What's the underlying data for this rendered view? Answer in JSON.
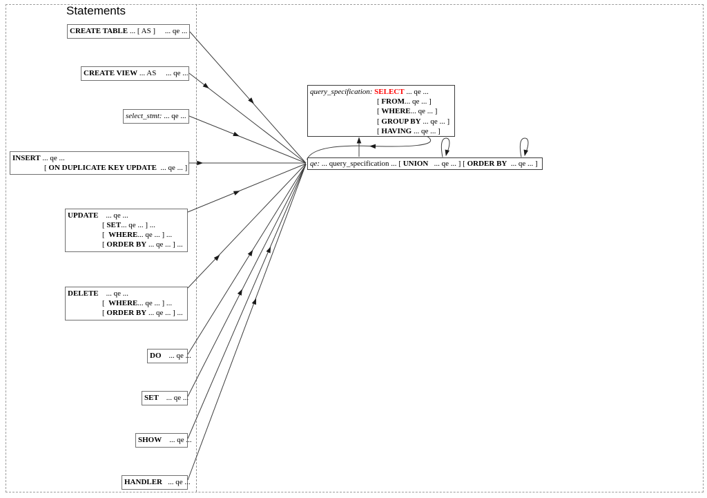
{
  "title": "Statements",
  "boxes": {
    "create_table": {
      "kw": "CREATE TABLE",
      "rest": " ... [ AS ]     ... qe ..."
    },
    "create_view": {
      "kw": "CREATE VIEW",
      "rest": " ... AS     ... qe ..."
    },
    "select_stmt": {
      "name": "select_stmt:",
      "rest": " ... qe ..."
    },
    "insert": {
      "kw": "INSERT",
      "rest": " ... qe ...",
      "line2_open": "[ ",
      "line2_kw": "ON DUPLICATE KEY UPDATE",
      "line2_rest": "  ... qe ... ]"
    },
    "update": {
      "kw": "UPDATE",
      "rest": "    ... qe ...",
      "set_open": "[ ",
      "set_kw": "SET",
      "set_rest": "... qe ... ] ...",
      "where_open": "[  ",
      "where_kw": "WHERE",
      "where_rest": "... qe ... ] ...",
      "order_open": "[ ",
      "order_kw": "ORDER BY",
      "order_rest": " ... qe ... ] ..."
    },
    "delete": {
      "kw": "DELETE",
      "rest": "    ... qe ...",
      "where_open": "[  ",
      "where_kw": "WHERE",
      "where_rest": "... qe ... ] ...",
      "order_open": "[ ",
      "order_kw": "ORDER BY",
      "order_rest": " ... qe ... ] ..."
    },
    "do_stmt": {
      "kw": "DO",
      "rest": "    ... qe ..."
    },
    "set_stmt": {
      "kw": "SET",
      "rest": "    ... qe ..."
    },
    "show_stmt": {
      "kw": "SHOW",
      "rest": "    ... qe ..."
    },
    "handler_stmt": {
      "kw": "HANDLER",
      "rest": "   ... qe ..."
    },
    "query_specification": {
      "name": "query_specification: ",
      "select_kw": "SELECT",
      "select_rest": " ... qe ...",
      "from_open": "[ ",
      "from_kw": "FROM",
      "from_rest": "... qe ... ]",
      "where_open": "[ ",
      "where_kw": "WHERE",
      "where_rest": "... qe ... ]",
      "group_open": "[ ",
      "group_kw": "GROUP BY",
      "group_rest": " ... qe ... ]",
      "having_open": "[ ",
      "having_kw": "HAVING",
      "having_rest": " ... qe ... ]"
    },
    "qe": {
      "name": "qe:",
      "mid": " ... query_specification ... [ ",
      "union_kw": "UNION",
      "union_rest": "   ... qe ... ] [ ",
      "order_kw": "ORDER BY",
      "order_rest": "  ... qe ... ]"
    }
  },
  "colors": {
    "select_keyword": "#ff0000",
    "edge": "#3c3c3c",
    "box_border": "#6f6f6f",
    "frame_border": "#9a9a9a"
  }
}
